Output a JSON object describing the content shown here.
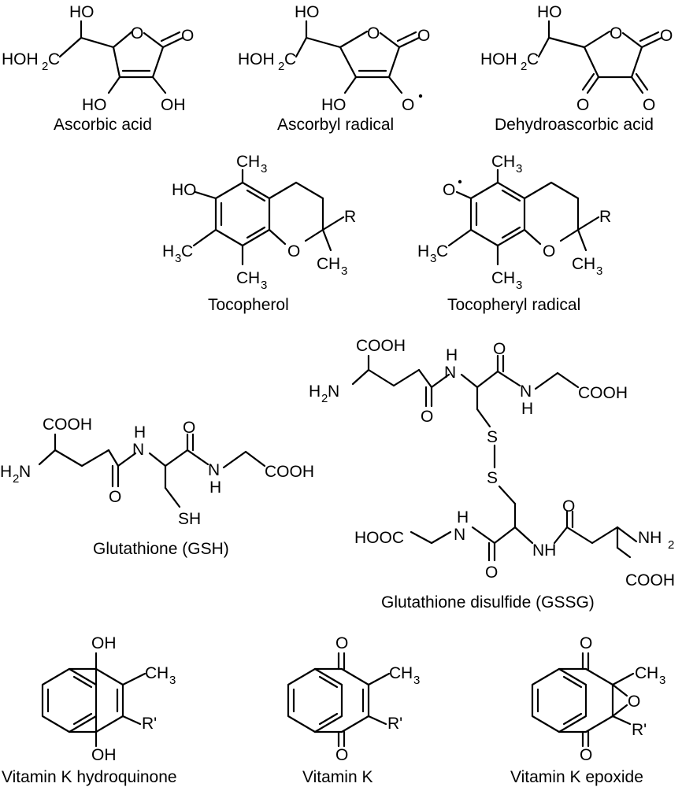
{
  "captions": {
    "ascorbic_acid": "Ascorbic acid",
    "ascorbyl_radical": "Ascorbyl radical",
    "dehydroascorbic_acid": "Dehydroascorbic acid",
    "tocopherol": "Tocopherol",
    "tocopheryl_radical": "Tocopheryl radical",
    "glutathione": "Glutathione (GSH)",
    "glutathione_disulfide": "Glutathione disulfide (GSSG)",
    "vitk_hydroquinone": "Vitamin K hydroquinone",
    "vitk": "Vitamin K",
    "vitk_epoxide": "Vitamin K epoxide"
  },
  "atoms": {
    "HO": "HO",
    "OH": "OH",
    "O": "O",
    "S": "S",
    "R": "R",
    "R_prime": "R'",
    "HOH": "HOH",
    "C": "C",
    "H": "H",
    "N": "N",
    "SH": "SH",
    "COOH": "COOH",
    "HOOC": "HOOC",
    "NH": "NH",
    "two": "2",
    "three": "3",
    "radical_dot": "·"
  }
}
